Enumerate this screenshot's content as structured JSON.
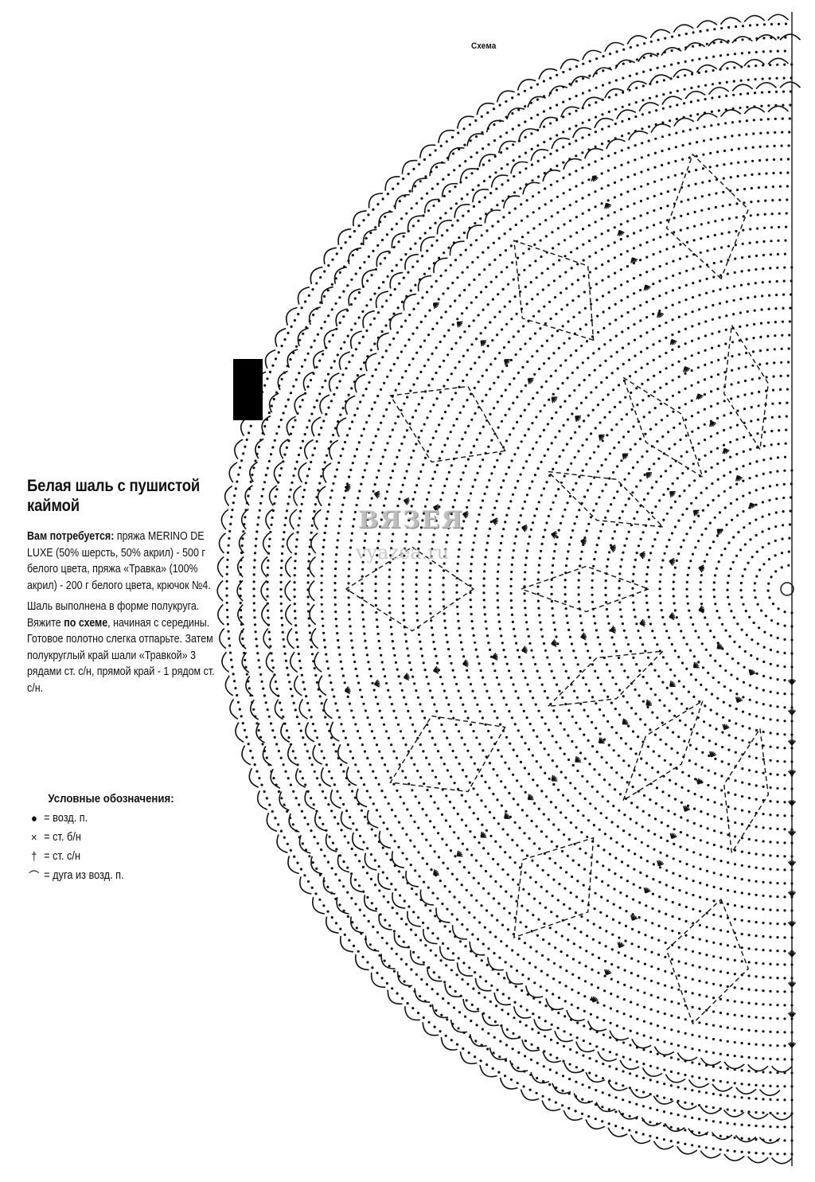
{
  "diagram": {
    "label": "Схема"
  },
  "title": "Белая шаль с пушистой каймой",
  "materials": {
    "lead": "Вам потребуется:",
    "text": " пряжа MERINO DE LUXE (50% шерсть, 50% акрил) - 500 г белого цвета, пряжа «Травка» (100% акрил) - 200 г белого цвета, крючок №4."
  },
  "instructions": {
    "part1": "Шаль выполнена в форме полукруга. Вяжите ",
    "bold": "по схеме",
    "part2": ", начиная с середины. Готовое полотно слегка отпарьте. Затем полукруглый край шали «Травкой» 3 рядами ст. с/н, прямой край - 1 рядом ст. с/н."
  },
  "legend": {
    "title": "Условные обозначения:",
    "items": [
      {
        "symbol": "●",
        "icon": "chain-stitch-icon",
        "label": "= возд. п."
      },
      {
        "symbol": "×",
        "icon": "single-crochet-icon",
        "label": "= ст. б/н"
      },
      {
        "symbol": "†",
        "icon": "double-crochet-icon",
        "label": "= ст. с/н"
      },
      {
        "symbol": "⌒",
        "icon": "chain-arc-icon",
        "label": "= дуга из возд. п."
      }
    ]
  },
  "watermark": {
    "line1": "ВЯЗЕЯ",
    "line2": "vyazea.ru"
  }
}
